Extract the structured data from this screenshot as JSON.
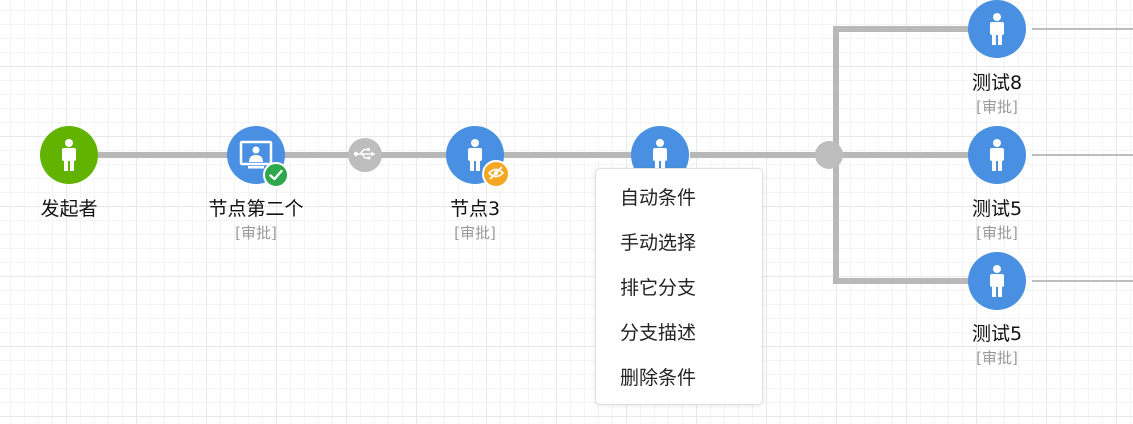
{
  "colors": {
    "start_node": "#62b300",
    "approver_node": "#4a90e2",
    "connector": "#bdbdbd",
    "badge_approved": "#2ea84a",
    "badge_hidden": "#f5a623"
  },
  "nodes": {
    "initiator": {
      "label": "发起者",
      "icon": "person-icon"
    },
    "node2": {
      "label": "节点第二个",
      "sub": "[审批]",
      "icon": "computer-user-icon",
      "badge": "check-icon"
    },
    "node3": {
      "label": "节点3",
      "sub": "[审批]",
      "icon": "person-icon",
      "badge": "eye-off-icon"
    },
    "node4": {
      "icon": "person-icon"
    },
    "branch_top": {
      "label": "测试8",
      "sub": "[审批]",
      "icon": "person-icon"
    },
    "branch_mid": {
      "label": "测试5",
      "sub": "[审批]",
      "icon": "person-icon"
    },
    "branch_bottom": {
      "label": "测试5",
      "sub": "[审批]",
      "icon": "person-icon"
    }
  },
  "connector_icon": "usb-icon",
  "context_menu": {
    "items": [
      {
        "label": "自动条件"
      },
      {
        "label": "手动选择"
      },
      {
        "label": "排它分支"
      },
      {
        "label": "分支描述"
      },
      {
        "label": "删除条件"
      }
    ]
  }
}
